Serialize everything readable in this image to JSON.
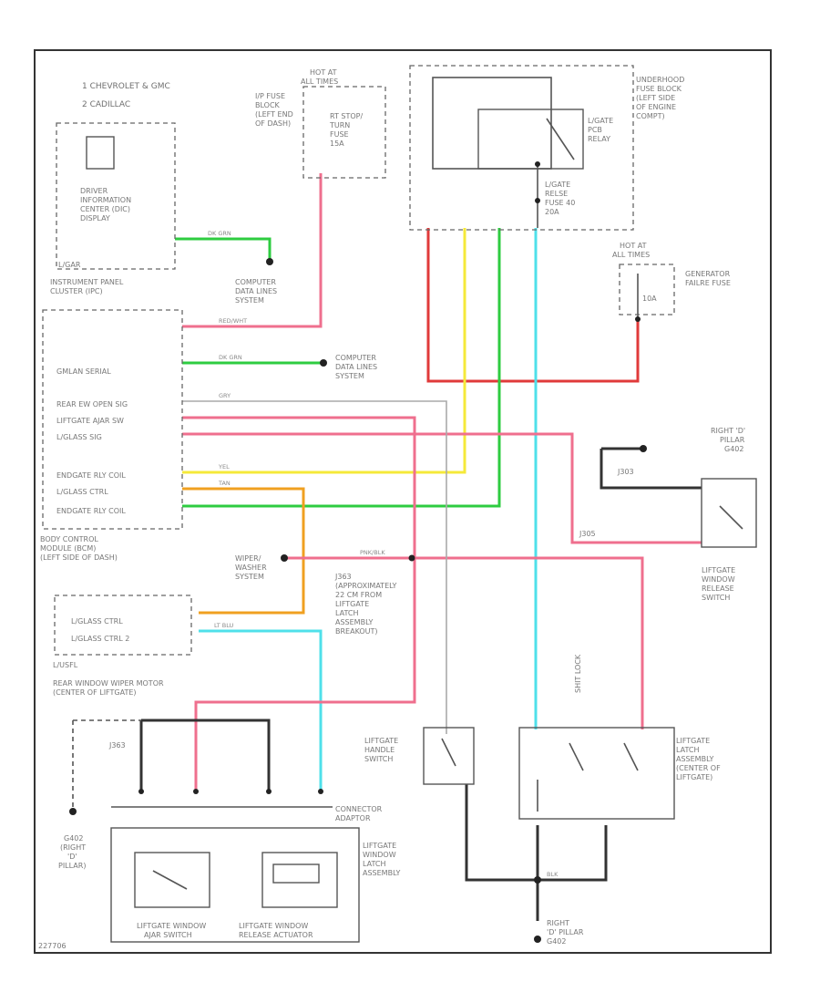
{
  "colors": {
    "green": "#2ecc40",
    "red": "#e03a3a",
    "pink": "#ef6f8e",
    "yellow": "#f5e93a",
    "cyan": "#4fe0ea",
    "orange": "#f0a020",
    "black": "#333333",
    "gray": "#aaaaaa"
  },
  "legend": {
    "line1": "1  CHEVROLET & GMC",
    "line2": "2  CADILLAC"
  },
  "hot_top": {
    "line1": "HOT AT",
    "line2": "ALL TIMES"
  },
  "hot_right": {
    "line1": "HOT AT",
    "line2": "ALL TIMES"
  },
  "ip_fuse": {
    "lines": [
      "I/P FUSE",
      "BLOCK",
      "(LEFT END",
      "OF DASH)"
    ]
  },
  "rt_fuse": {
    "lines": [
      "RT STOP/",
      "TURN",
      "FUSE",
      "15A"
    ]
  },
  "underhood": {
    "lines": [
      "UNDERHOOD",
      "FUSE BLOCK",
      "(LEFT SIDE",
      "OF ENGINE",
      "COMPT)"
    ]
  },
  "relay": {
    "lines": [
      "L/GATE",
      "PCB",
      "RELAY"
    ]
  },
  "relay_fuse": {
    "lines": [
      "L/GATE",
      "RELSE",
      "FUSE 40",
      "20A"
    ]
  },
  "gen_fuse": {
    "label_lines": [
      "GENERATOR",
      "FAILRE FUSE"
    ],
    "rating": "10A"
  },
  "dic": {
    "lines": [
      "DRIVER",
      "INFORMATION",
      "CENTER (DIC)",
      "DISPLAY"
    ]
  },
  "ipc": {
    "tag": "L/GAR",
    "lines": [
      "INSTRUMENT PANEL",
      "CLUSTER (IPC)"
    ]
  },
  "data_lines_1": {
    "lines": [
      "COMPUTER",
      "DATA LINES",
      "SYSTEM"
    ]
  },
  "data_lines_2": {
    "lines": [
      "COMPUTER",
      "DATA LINES",
      "SYSTEM"
    ]
  },
  "bcm": {
    "lines": [
      "BODY CONTROL",
      "MODULE (BCM)",
      "(LEFT SIDE OF DASH)"
    ],
    "pins": [
      "GMLAN SERIAL",
      "REAR EW OPEN SIG",
      "LIFTGATE AJAR SW",
      "L/GLASS SIG",
      "ENDGATE RLY COIL",
      "L/GLASS CTRL",
      "ENDGATE RLY COIL"
    ]
  },
  "wiper_system": {
    "lines": [
      "WIPER/",
      "WASHER",
      "SYSTEM"
    ]
  },
  "breakout": {
    "lines": [
      "J363",
      "(APPROXIMATELY",
      "22 CM FROM",
      "LIFTGATE",
      "LATCH",
      "ASSEMBLY",
      "BREAKOUT)"
    ]
  },
  "wiper_motor": {
    "tag": "L/USFL",
    "pins": [
      "L/GLASS CTRL",
      "L/GLASS CTRL 2"
    ],
    "lines": [
      "REAR WINDOW WIPER MOTOR",
      "(CENTER OF LIFTGATE)"
    ]
  },
  "right_pillar_top": {
    "lines": [
      "RIGHT 'D'",
      "PILLAR",
      "G402"
    ]
  },
  "rel_switch": {
    "lines": [
      "LIFTGATE",
      "WINDOW",
      "RELEASE",
      "SWITCH"
    ]
  },
  "handle_switch": {
    "lines": [
      "LIFTGATE",
      "HANDLE",
      "SWITCH"
    ]
  },
  "latch": {
    "lines": [
      "LIFTGATE",
      "LATCH",
      "ASSEMBLY",
      "(CENTER OF",
      "LIFTGATE)"
    ],
    "internal": "SHIT LOCK"
  },
  "connector": {
    "lines": [
      "CONNECTOR",
      "ADAPTOR"
    ]
  },
  "window_latch": {
    "lines": [
      "LIFTGATE",
      "WINDOW",
      "LATCH",
      "ASSEMBLY"
    ],
    "ajar_lines": [
      "LIFTGATE WINDOW",
      "AJAR SWITCH"
    ],
    "release_lines": [
      "LIFTGATE WINDOW",
      "RELEASE ACTUATOR"
    ]
  },
  "g402_left": {
    "lines": [
      "G402",
      "(RIGHT",
      "'D'",
      "PILLAR)"
    ]
  },
  "g402_bottom": {
    "lines": [
      "RIGHT",
      "'D' PILLAR",
      "G402"
    ]
  },
  "splices": {
    "j363": "J363",
    "j303": "J303",
    "j305": "J305"
  },
  "wire_labels": {
    "green1": "DK GRN",
    "green2": "DK GRN",
    "redwht": "RED/WHT",
    "yel": "YEL",
    "tan": "TAN",
    "ltblu": "LT BLU",
    "pnkblk": "PNK/BLK",
    "gry": "GRY",
    "blk": "BLK"
  },
  "footer_code": "227706"
}
